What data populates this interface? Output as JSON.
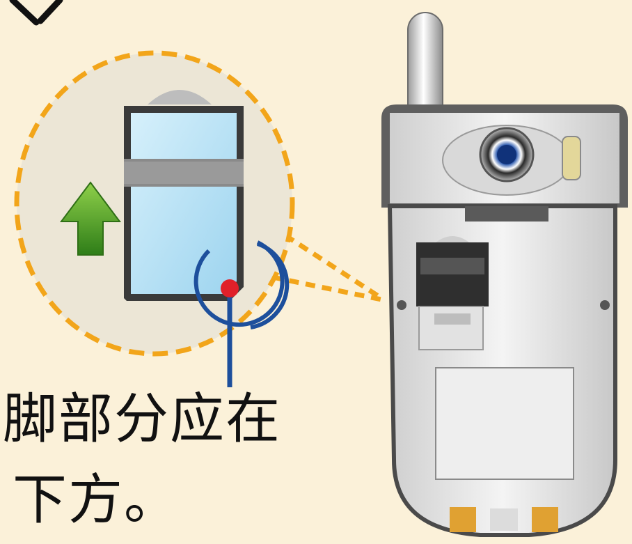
{
  "instruction": {
    "line1": "脚部分应在",
    "line2": "下方。"
  },
  "icons": {
    "arrow": "up-arrow-icon",
    "callout": "magnify-callout",
    "phone": "phone-back-illustration"
  },
  "colors": {
    "background": "#fbf1d9",
    "callout_border": "#f2a51a",
    "arrow": "#4c9a25",
    "sim_card": "#b8e3f7",
    "marker_circle": "#1d4f9c",
    "marker_dot": "#e0202a"
  }
}
